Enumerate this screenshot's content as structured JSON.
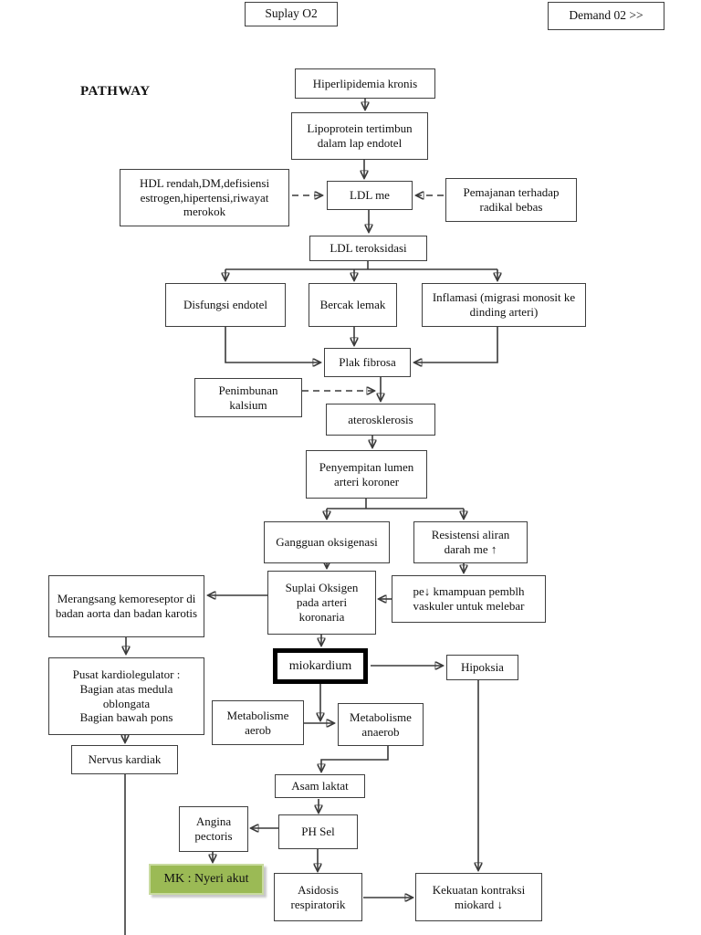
{
  "title": "PATHWAY",
  "header": {
    "suplay_o2": "Suplay O2",
    "demand_o2": "Demand 02 >>"
  },
  "nodes": {
    "hiperlipidemia": "Hiperlipidemia kronis",
    "lipoprotein": "Lipoprotein tertimbun dalam lap endotel",
    "hdl_rendah": "HDL rendah,DM,defisiensi estrogen,hipertensi,riwayat merokok",
    "ldl_me": "LDL me",
    "pemajanan": "Pemajanan terhadap radikal bebas",
    "ldl_teroksidasi": "LDL teroksidasi",
    "disfungsi_endotel": "Disfungsi endotel",
    "bercak_lemak": "Bercak lemak",
    "inflamasi": "Inflamasi (migrasi monosit ke dinding arteri)",
    "plak_fibrosa": "Plak fibrosa",
    "penimbunan_kalsium": "Penimbunan kalsium",
    "aterosklerosis": "aterosklerosis",
    "penyempitan": "Penyempitan lumen arteri koroner",
    "gangguan_oksigenasi": "Gangguan oksigenasi",
    "resistensi": "Resistensi aliran darah me ↑",
    "suplai_oksigen": "Suplai Oksigen pada arteri koronaria",
    "pe_kemampuan": "pe↓ kmampuan pemblh vaskuler untuk melebar",
    "merangsang": "Merangsang kemoreseptor di badan aorta dan badan karotis",
    "pusat_kardioregulator": "Pusat kardiolegulator :\nBagian atas medula\noblongata\nBagian bawah pons",
    "nervus_kardiak": "Nervus kardiak",
    "miokardium": "miokardium",
    "hipoksia": "Hipoksia",
    "metabolisme_aerob": "Metabolisme aerob",
    "metabolisme_anaerob": "Metabolisme anaerob",
    "asam_laktat": "Asam laktat",
    "angina_pectoris": "Angina pectoris",
    "ph_sel": "PH Sel",
    "mk_nyeri_akut": "MK : Nyeri akut",
    "asidosis": "Asidosis respiratorik",
    "kekuatan_kontraksi": "Kekuatan kontraksi miokard ↓"
  },
  "colors": {
    "line": "#3a3a3a",
    "mk_green_bg": "#9bba55",
    "mk_green_border": "#c9dba0"
  }
}
